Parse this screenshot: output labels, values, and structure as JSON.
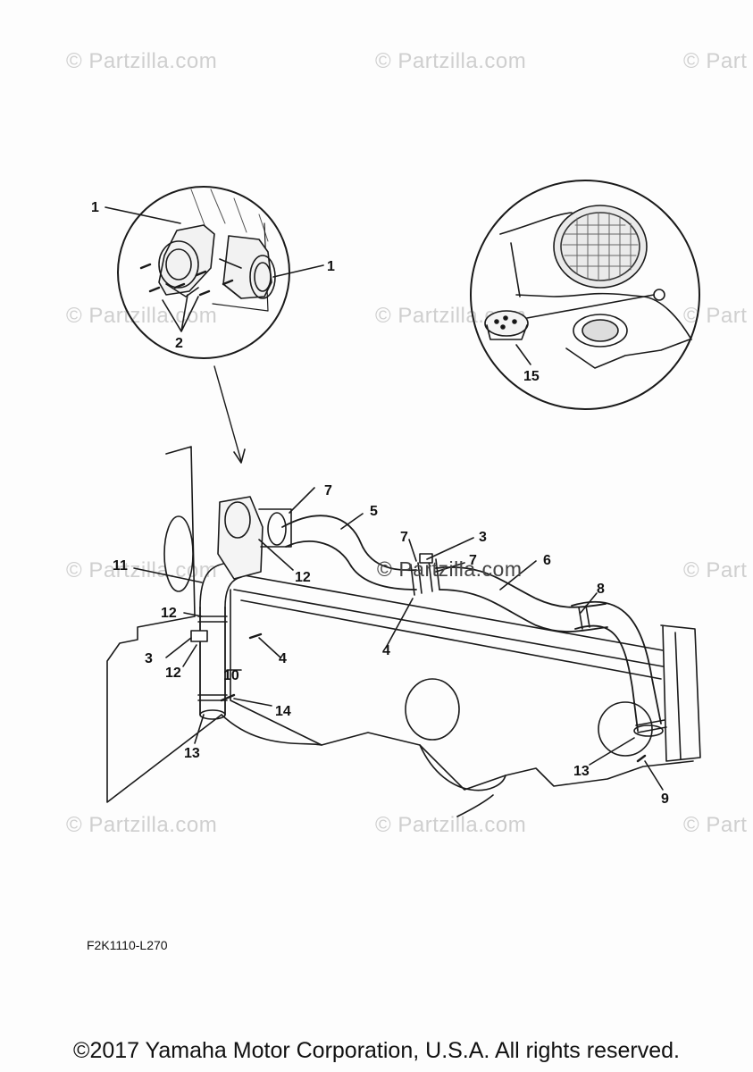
{
  "watermark": "© Partzilla.com",
  "watermark_partial": "© Part",
  "center_watermark": "© Partzilla.com",
  "callouts": [
    "1",
    "1",
    "2",
    "15",
    "7",
    "5",
    "3",
    "7",
    "7",
    "6",
    "8",
    "11",
    "12",
    "12",
    "3",
    "12",
    "4",
    "4",
    "10",
    "14",
    "13",
    "13",
    "9"
  ],
  "drawing_code": "F2K1110-L270",
  "copyright": "©2017 Yamaha Motor Corporation, U.S.A. All rights reserved."
}
